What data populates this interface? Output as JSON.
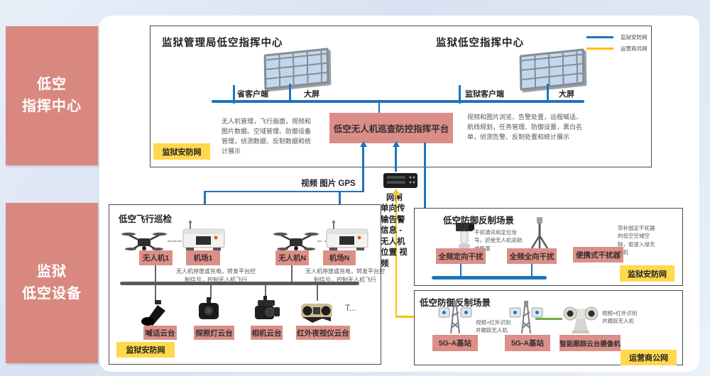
{
  "palette": {
    "background": "#dbe5f3",
    "panel": "#ffffff",
    "pink_panel": "#d98880",
    "pink_label": "#dc8f88",
    "yellow_badge": "#ffd84d",
    "security_net_line": "#1e73be",
    "operator_net_line": "#ffc000",
    "tracking_link_line": "#70ad47",
    "device_bus": "#595959"
  },
  "icons": {
    "video_wall": "tilted video wall screen",
    "drone": "quadcopter drone",
    "dock": "drone dock station",
    "gateway": "network isolation gateway device",
    "speaker": "loudspeaker gimbal",
    "searchlight": "searchlight gimbal",
    "camera_gimbal": "camera gimbal",
    "night_vision": "infrared night vision gimbal",
    "directional_jammer": "directional jammer head",
    "omni_jammer": "tripod omnidirectional jammer",
    "tower": "5G-A base station tower",
    "ptz_camera": "dual-lens tracking PTZ camera"
  },
  "sidebar": {
    "top": "低空\n指挥中心",
    "bottom": "监狱\n低空设备"
  },
  "command_box": {
    "left_title": "监狱管理局低空指挥中心",
    "right_title": "监狱低空指挥中心",
    "legend": [
      {
        "label": "监狱安防网",
        "color": "#1e73be"
      },
      {
        "label": "运营商共网",
        "color": "#ffc000"
      }
    ],
    "bus_labels": [
      "省客户端",
      "大屏",
      "监狱客户端",
      "大屏"
    ],
    "platform": "低空无人机巡查防控指挥平台",
    "left_desc": "无人机管理，飞行画面，视频和图片数据、空域管理、防御设备管理，侦测数据、反制数据和统计展示",
    "right_desc": "视频和图片浏览、告警处置，远程喊话、航线规划，任务管理、防御设置，黑白名单，侦测告警、反制处置和统计展示",
    "network_badge": "监狱安防网"
  },
  "middle": {
    "gps_label": "视频 图片 GPS",
    "gateway_label": "网闸",
    "oneway_text": "单向传输告警信息 - 无人机位置 视频"
  },
  "patrol_box": {
    "title": "低空飞行巡检",
    "devices": [
      "无人机1",
      "机场1",
      "无人机N",
      "机场N"
    ],
    "dock_desc": "无人机停放或充电，转发平台控制信号，控制无人机飞行",
    "gimbals": [
      "喊话云台",
      "探照灯云台",
      "相机云台",
      "红外夜视仪云台"
    ],
    "more": "T...",
    "network_badge": "监狱安防网"
  },
  "defense_box1": {
    "title": "低空防御反制场景",
    "jammer_desc": "干扰通讯和定位信号，迫使无人机返航或降落",
    "items": [
      "全频定向干扰",
      "全频全向干扰",
      "便携式干扰器"
    ],
    "portable_desc": "弥补固定干扰器的低空空域空缺，驱逐入侵无人机",
    "network_badge": "监狱安防网"
  },
  "defense_box2": {
    "title": "低空防御反制场景",
    "items": [
      "5G-A基站",
      "5G-A基站",
      "智能跟踪云台摄像机"
    ],
    "desc1": "视频+红外识别\n并跟踪无人机",
    "desc2": "视频+红外识别\n并跟踪无人机",
    "network_badge": "运营商公网"
  }
}
